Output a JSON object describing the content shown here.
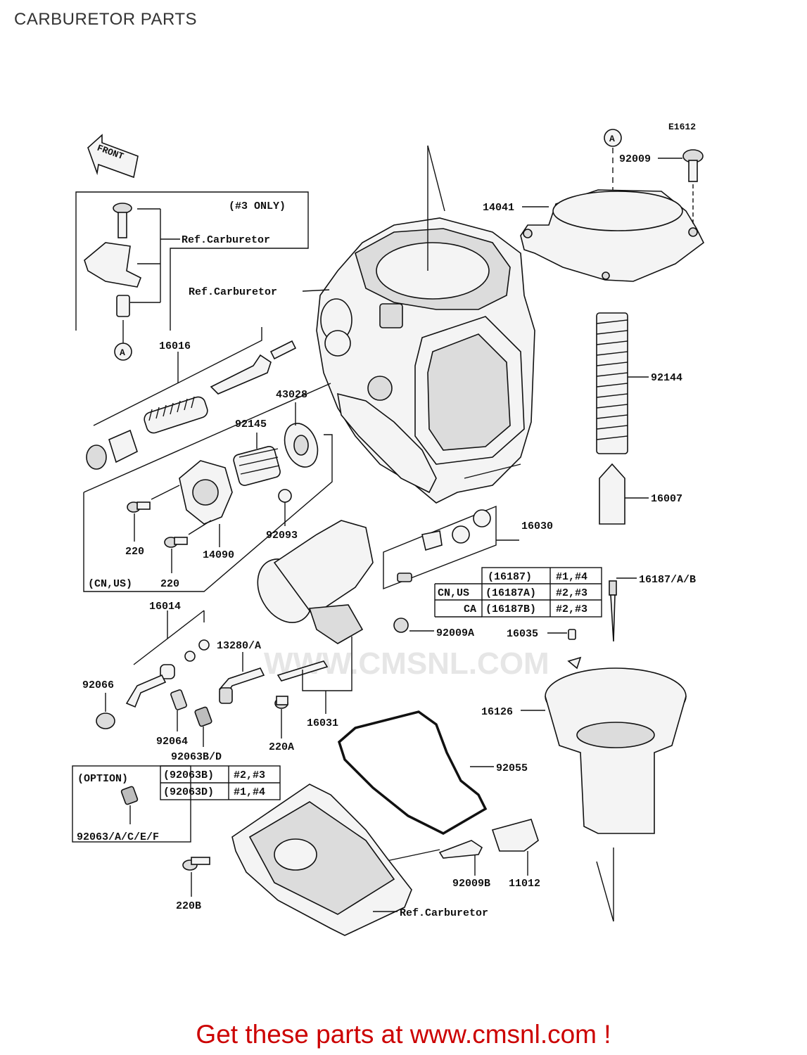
{
  "title": "CARBURETOR PARTS",
  "diagram_code": "E1612",
  "front_label": "FRONT",
  "ref_marker": "A",
  "watermark": "WWW.CMSNL.COM",
  "promo": "Get these parts at www.cmsnl.com !",
  "box_3only": {
    "title": "(#3 ONLY)",
    "ref": "Ref.Carburetor"
  },
  "box_cnus": {
    "title": "(CN,US)"
  },
  "box_option": {
    "title": "(OPTION)",
    "part": "92063/A/C/E/F"
  },
  "part_labels": {
    "p92009": "92009",
    "p14041": "14041",
    "p92144": "92144",
    "p16007": "16007",
    "p16187": "16187/A/B",
    "p16035": "16035",
    "p16126": "16126",
    "p92055": "92055",
    "p11012": "11012",
    "p92009b": "92009B",
    "ref_bottom": "Ref.Carburetor",
    "p220b": "220B",
    "p16030": "16030",
    "p92009a": "92009A",
    "p16031": "16031",
    "p220a": "220A",
    "p13280": "13280/A",
    "p16014": "16014",
    "p92066": "92066",
    "p92064": "92064",
    "p92063bd": "92063B/D",
    "p220_1": "220",
    "p220_2": "220",
    "p14090": "14090",
    "p92093": "92093",
    "p92145": "92145",
    "p43028": "43028",
    "p16016": "16016",
    "ref_mid": "Ref.Carburetor"
  },
  "needle_table": [
    {
      "region": "",
      "part": "(16187)",
      "cyl": "#1,#4"
    },
    {
      "region": "CN,US",
      "part": "(16187A)",
      "cyl": "#2,#3"
    },
    {
      "region": "CA",
      "part": "(16187B)",
      "cyl": "#2,#3"
    }
  ],
  "jet_table": [
    {
      "part": "(92063B)",
      "cyl": "#2,#3"
    },
    {
      "part": "(92063D)",
      "cyl": "#1,#4"
    }
  ]
}
